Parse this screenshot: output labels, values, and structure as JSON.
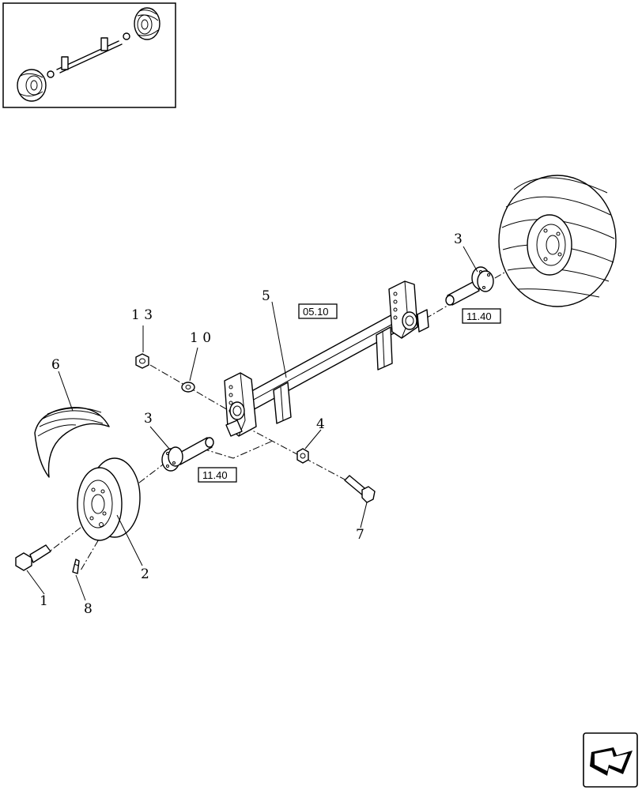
{
  "callouts": {
    "c1": "1",
    "c2": "2",
    "c3_left": "3",
    "c3_right": "3",
    "c4": "4",
    "c5": "5",
    "c6": "6",
    "c7": "7",
    "c8": "8",
    "c10": "1 0",
    "c13": "1 3"
  },
  "refs": {
    "frame": "05.10",
    "hub_left": "11.40",
    "hub_right": "11.40"
  },
  "icons": {
    "thumbnail": "assembly-overview-thumbnail",
    "nav": "next-page-arrow-icon"
  }
}
